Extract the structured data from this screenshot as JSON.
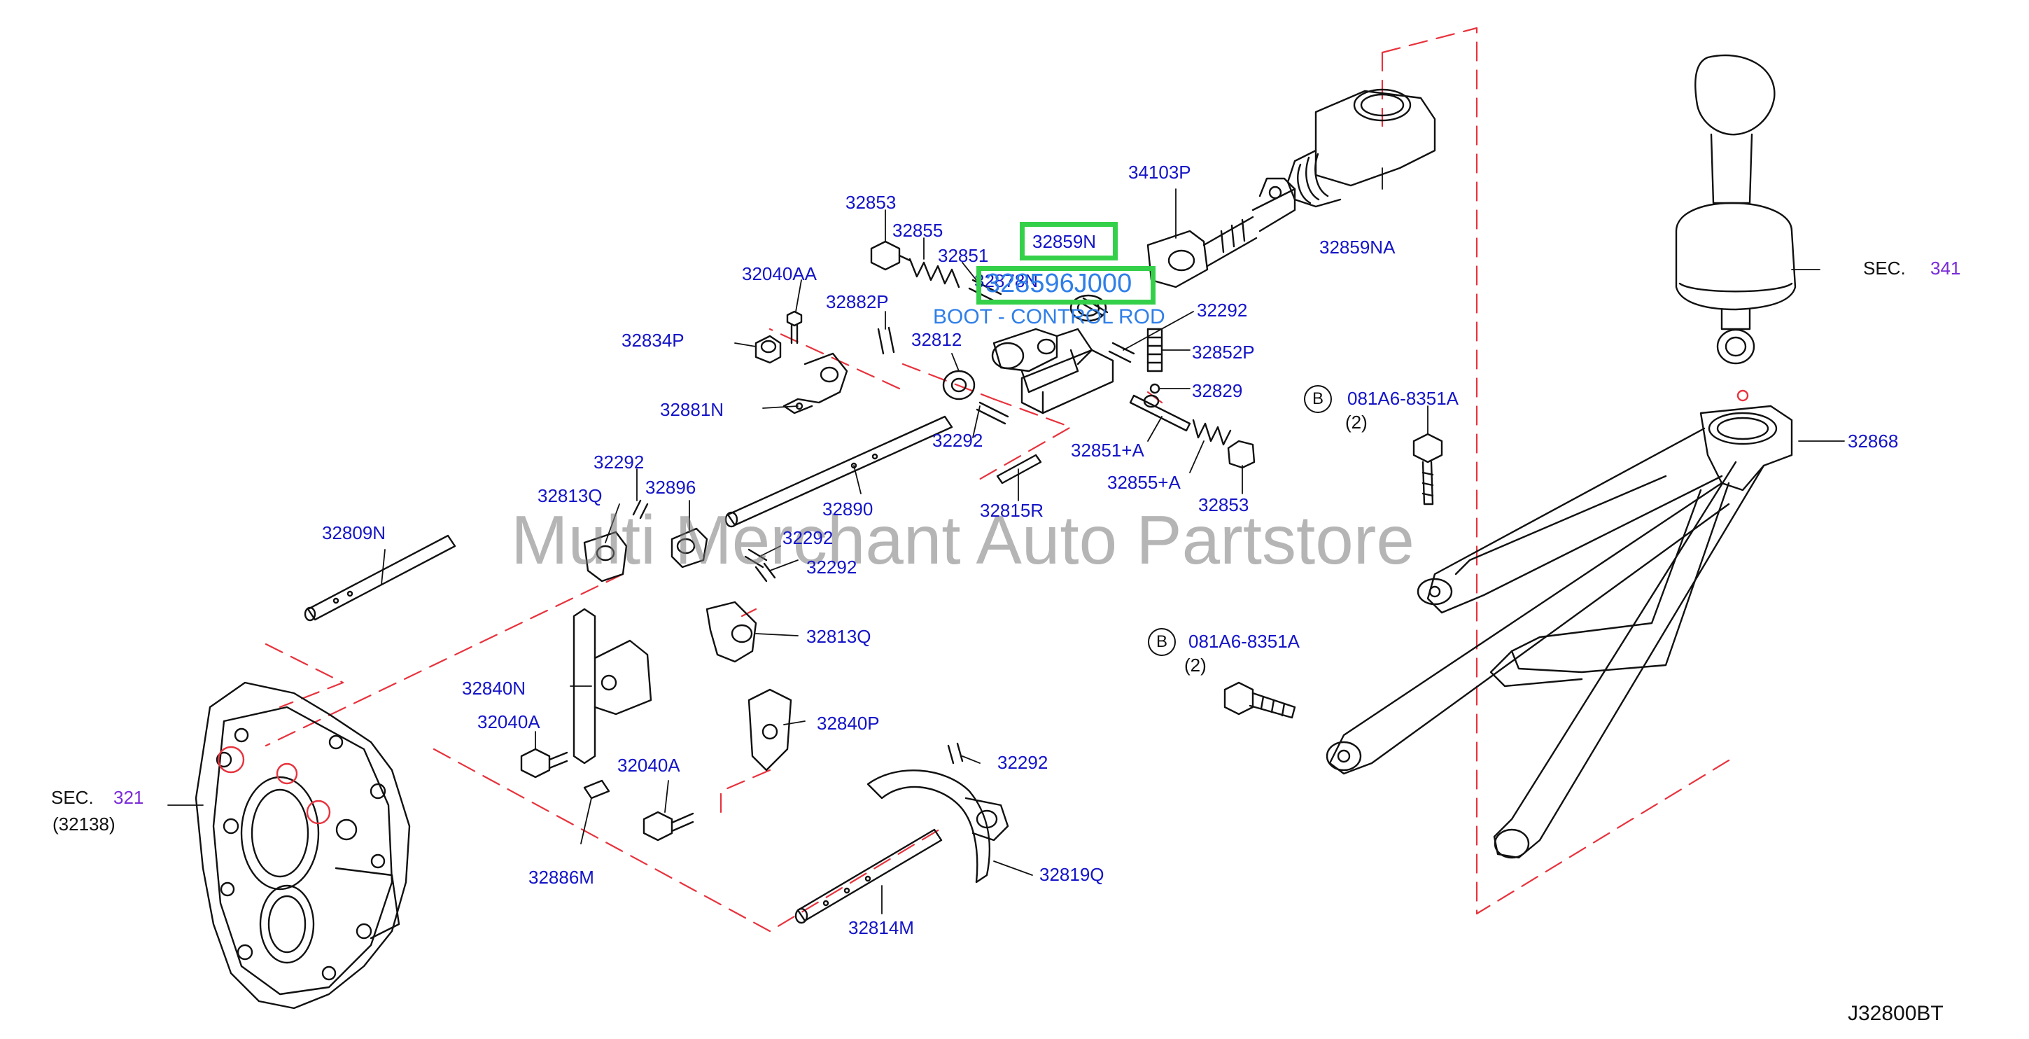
{
  "diagram_code": "J32800BT",
  "watermark": "Multi Merchant Auto Partstore",
  "highlight": {
    "box_label": "32859N",
    "part_number": "328596J000",
    "description": "BOOT - CONTROL ROD"
  },
  "colors": {
    "label_blue": "#1414c8",
    "section_purple": "#7a2bd9",
    "dashed_red": "#e8323c",
    "highlight_green": "#35d04a",
    "highlight_text_blue": "#2f7fe8"
  },
  "sections": {
    "sec321": {
      "prefix": "SEC.",
      "num": "321",
      "sub": "(32138)"
    },
    "sec341": {
      "prefix": "SEC.",
      "num": "341"
    }
  },
  "bolt_callouts": [
    {
      "circle": "B",
      "part": "081A6-8351A",
      "qty": "(2)"
    },
    {
      "circle": "B",
      "part": "081A6-8351A",
      "qty": "(2)"
    }
  ],
  "parts": {
    "p32853_top": "32853",
    "p32855": "32855",
    "p32851": "32851",
    "p32878N": "32878N",
    "p32040AA": "32040AA",
    "p32882P": "32882P",
    "p32834P": "32834P",
    "p32812": "32812",
    "p32881N": "32881N",
    "p32292_mid": "32292",
    "p34103P": "34103P",
    "p32859NA": "32859NA",
    "p32292_right": "32292",
    "p32852P": "32852P",
    "p32829": "32829",
    "p32851A": "32851+A",
    "p32855A": "32855+A",
    "p32853_bot": "32853",
    "p32815R": "32815R",
    "p32890": "32890",
    "p32292_left": "32292",
    "p32896": "32896",
    "p32813Q_left": "32813Q",
    "p32292_a": "32292",
    "p32292_b": "32292",
    "p32809N": "32809N",
    "p32813Q_right": "32813Q",
    "p32840N": "32840N",
    "p32040A_left": "32040A",
    "p32840P": "32840P",
    "p32040A_mid": "32040A",
    "p32292_bot": "32292",
    "p32886M": "32886M",
    "p32819Q": "32819Q",
    "p32814M": "32814M",
    "p32868": "32868"
  }
}
